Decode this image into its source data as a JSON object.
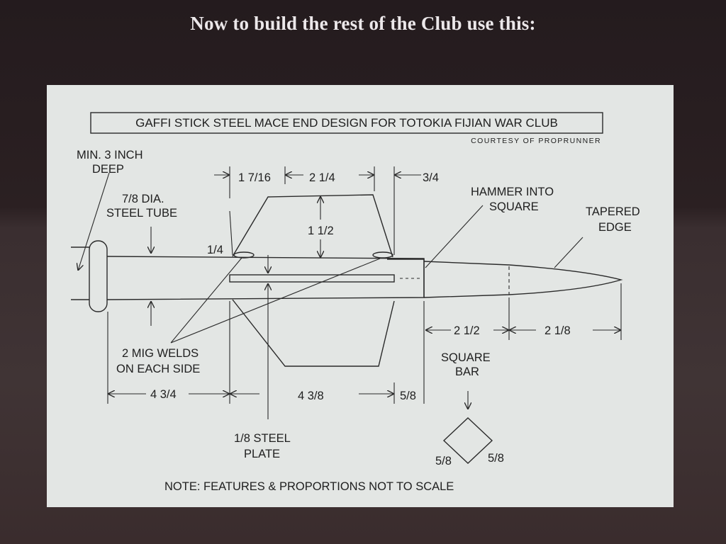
{
  "page": {
    "heading": "Now to build the rest of the Club use this:"
  },
  "diagram": {
    "title": "GAFFI STICK STEEL MACE END DESIGN FOR TOTOKIA FIJIAN WAR CLUB",
    "credit": "COURTESY OF PROPRUNNER",
    "labels": {
      "min_deep_1": "MIN. 3 INCH",
      "min_deep_2": "DEEP",
      "tube_1": "7/8 DIA.",
      "tube_2": "STEEL TUBE",
      "dim_1_7_16": "1 7/16",
      "dim_2_1_4": "2 1/4",
      "dim_3_4": "3/4",
      "hammer_1": "HAMMER INTO",
      "hammer_2": "SQUARE",
      "tapered_1": "TAPERED",
      "tapered_2": "EDGE",
      "dim_1_1_2": "1 1/2",
      "dim_1_4": "1/4",
      "dim_2_1_2": "2 1/2",
      "dim_2_1_8": "2 1/8",
      "welds_1": "2 MIG WELDS",
      "welds_2": "ON EACH SIDE",
      "square_bar_1": "SQUARE",
      "square_bar_2": "BAR",
      "dim_4_3_4": "4 3/4",
      "dim_4_3_8": "4 3/8",
      "dim_5_8": "5/8",
      "plate_1": "1/8 STEEL",
      "plate_2": "PLATE",
      "sq_5_8_left": "5/8",
      "sq_5_8_right": "5/8",
      "note": "NOTE: FEATURES & PROPORTIONS NOT TO SCALE"
    }
  }
}
